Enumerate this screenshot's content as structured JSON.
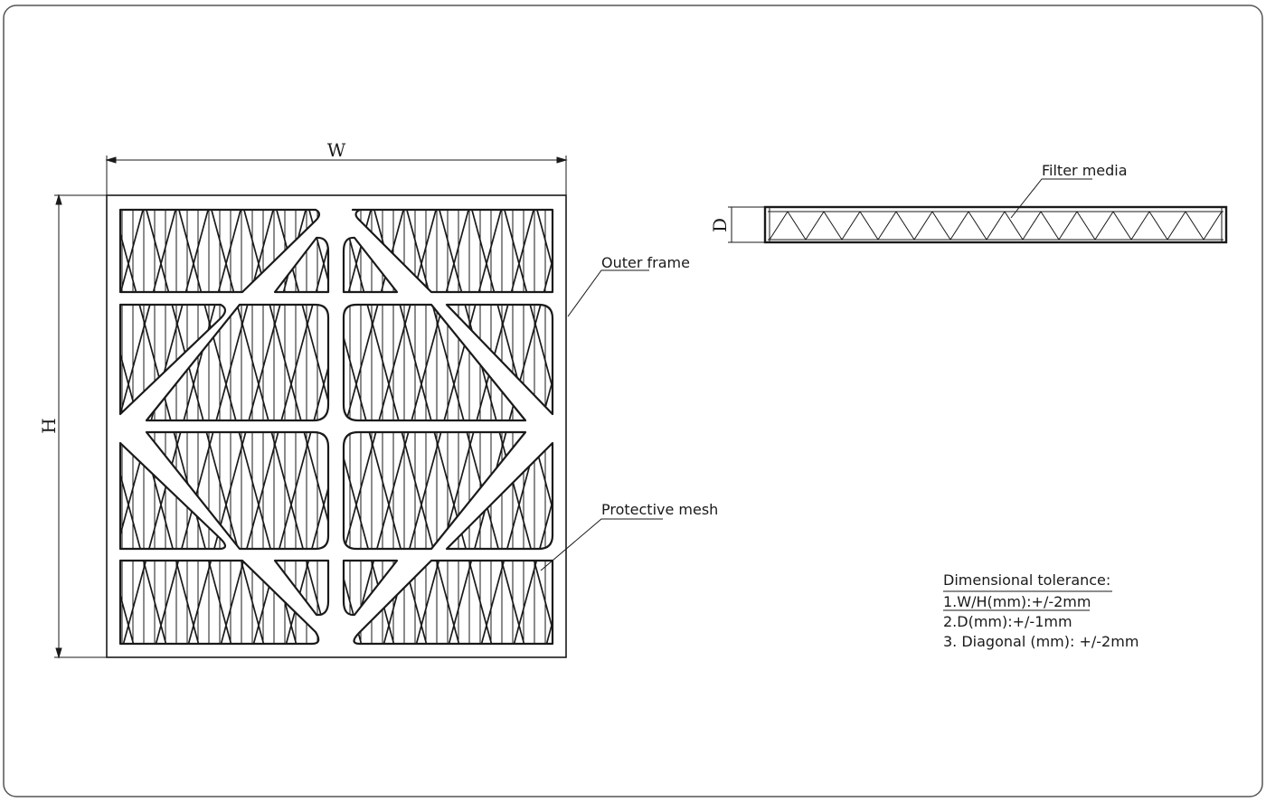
{
  "dimensions": {
    "width": "W",
    "height": "H",
    "depth": "D"
  },
  "labels": {
    "outer_frame": "Outer frame",
    "protective_mesh": "Protective mesh",
    "filter_media": "Filter media"
  },
  "tolerance": {
    "heading": "Dimensional tolerance:",
    "items": [
      "1.W/H(mm):+/-2mm",
      "2.D(mm):+/-1mm",
      "3. Diagonal (mm): +/-2mm"
    ]
  },
  "colors": {
    "line": "#1a1a1a",
    "border": "#555555",
    "background": "#ffffff"
  }
}
